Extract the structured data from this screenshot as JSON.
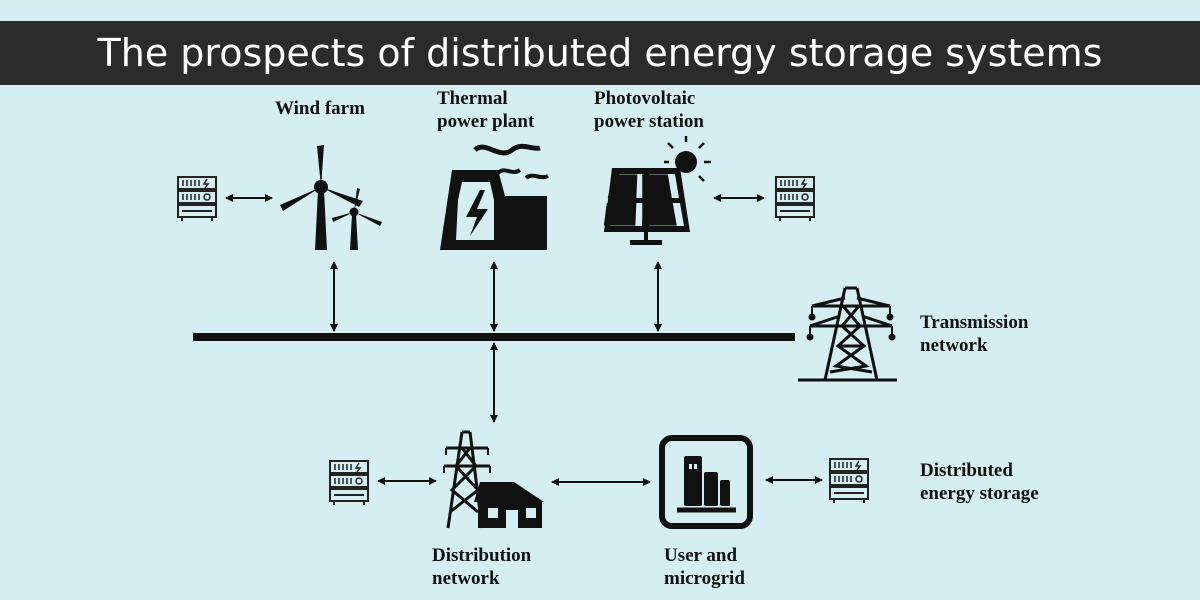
{
  "title": "The prospects of distributed energy storage systems",
  "labels": {
    "wind_farm": "Wind farm",
    "thermal_line1": "Thermal",
    "thermal_line2": "power plant",
    "pv_line1": "Photovoltaic",
    "pv_line2": "power station",
    "transmission_line1": "Transmission",
    "transmission_line2": "network",
    "distribution_line1": "Distribution",
    "distribution_line2": "network",
    "user_line1": "User and",
    "user_line2": "microgrid",
    "storage_line1": "Distributed",
    "storage_line2": "energy storage"
  },
  "icons": {
    "wind": "wind-turbine-icon",
    "thermal": "factory-lightning-icon",
    "solar": "solar-panel-icon",
    "tower": "transmission-tower-icon",
    "distribution": "tower-house-icon",
    "user": "building-icon",
    "storage": "battery-rack-icon"
  },
  "colors": {
    "background": "#d4eef1",
    "title_bar": "#2b2b2b",
    "title_text": "#ffffff",
    "ink": "#111111"
  }
}
